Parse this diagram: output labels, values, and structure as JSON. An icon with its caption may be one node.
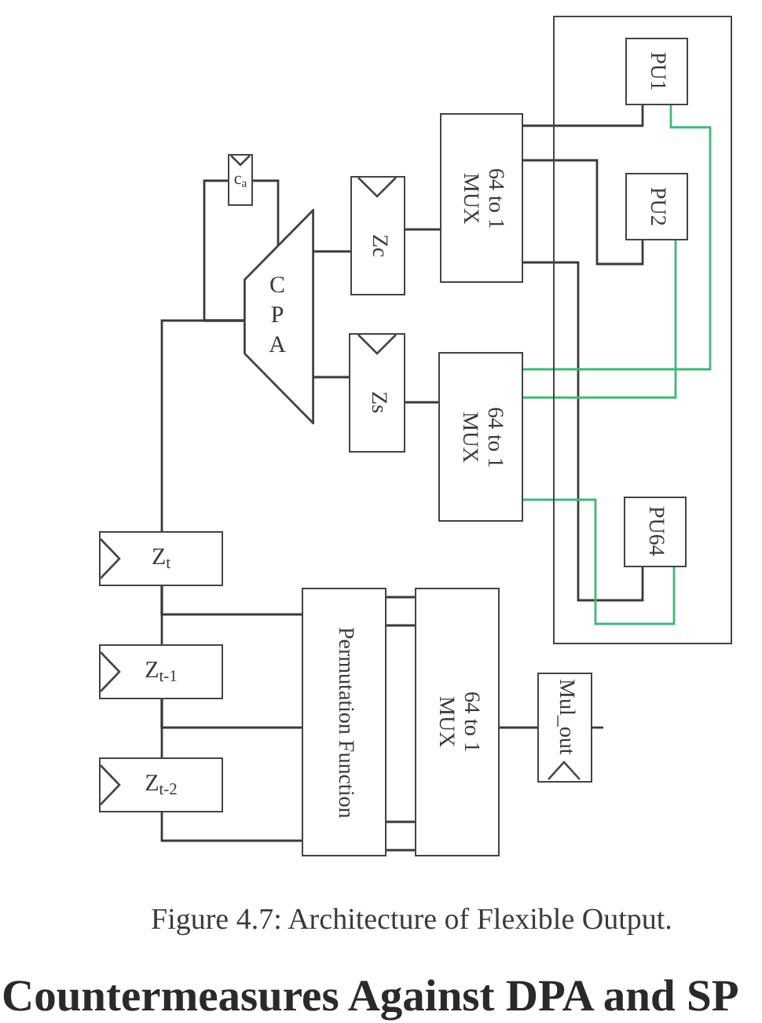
{
  "diagram": {
    "caption": "Figure 4.7: Architecture of Flexible Output.",
    "nodes": [
      {
        "text": [
          "c$_{a}$"
        ]
      },
      {
        "text": [
          "C P A"
        ]
      },
      {
        "text": [
          "Zc"
        ]
      },
      {
        "text": [
          "Zs"
        ]
      },
      {
        "text": [
          "64 to 1 MUX"
        ]
      },
      {
        "text": [
          "64 to 1 MUX"
        ]
      },
      {
        "text": [],
        "shape": "box"
      },
      {
        "text": [
          "PU1"
        ],
        "in": 6
      },
      {
        "text": [
          "PU2"
        ],
        "in": 6
      },
      {
        "text": [
          "PU64"
        ],
        "in": 6
      },
      {
        "text": [
          "Z$_{t}$"
        ]
      },
      {
        "text": [
          "Z$_{t-1}$"
        ]
      },
      {
        "text": [
          "Z$_{t-2}$"
        ]
      },
      {
        "text": [
          "Permutation Function"
        ]
      },
      {
        "text": [
          "64 to 1 MUX"
        ]
      },
      {
        "text": [
          "Mul_out"
        ]
      }
    ],
    "edges": [
      {
        "from": 1,
        "to": 0,
        "arrow": "none"
      },
      {
        "from": 0,
        "to": 1,
        "arrow": "none"
      },
      {
        "from": 10,
        "to": 1,
        "arrow": "none"
      },
      {
        "from": 1,
        "to": 2,
        "arrow": "none"
      },
      {
        "from": 1,
        "to": 3,
        "arrow": "none"
      },
      {
        "from": 2,
        "to": 4,
        "arrow": "none"
      },
      {
        "from": 3,
        "to": 5,
        "arrow": "none"
      },
      {
        "from": 4,
        "to": 7,
        "arrow": "none"
      },
      {
        "from": 4,
        "to": 8,
        "arrow": "none"
      },
      {
        "from": 4,
        "to": 9,
        "arrow": "none"
      },
      {
        "from": 7,
        "to": 5,
        "arrow": "none",
        "color": "#3fb878"
      },
      {
        "from": 8,
        "to": 5,
        "arrow": "none",
        "color": "#3fb878"
      },
      {
        "from": 9,
        "to": 5,
        "arrow": "none",
        "color": "#3fb878"
      },
      {
        "from": 10,
        "to": 11,
        "arrow": "none"
      },
      {
        "from": 11,
        "to": 12,
        "arrow": "none"
      },
      {
        "from": 10,
        "to": 13,
        "arrow": "none"
      },
      {
        "from": 11,
        "to": 13,
        "arrow": "none"
      },
      {
        "from": 12,
        "to": 13,
        "arrow": "none"
      },
      {
        "from": 13,
        "to": 14,
        "arrow": "none"
      },
      {
        "from": 13,
        "to": 14,
        "arrow": "none"
      },
      {
        "from": 13,
        "to": 14,
        "arrow": "none"
      },
      {
        "from": 13,
        "to": 14,
        "arrow": "none"
      },
      {
        "from": 14,
        "to": 15,
        "arrow": "none"
      },
      {
        "from": 15,
        "to": null,
        "arrow": "none"
      }
    ],
    "labels": [
      "Countermeasures Against DPA and SP"
    ]
  }
}
